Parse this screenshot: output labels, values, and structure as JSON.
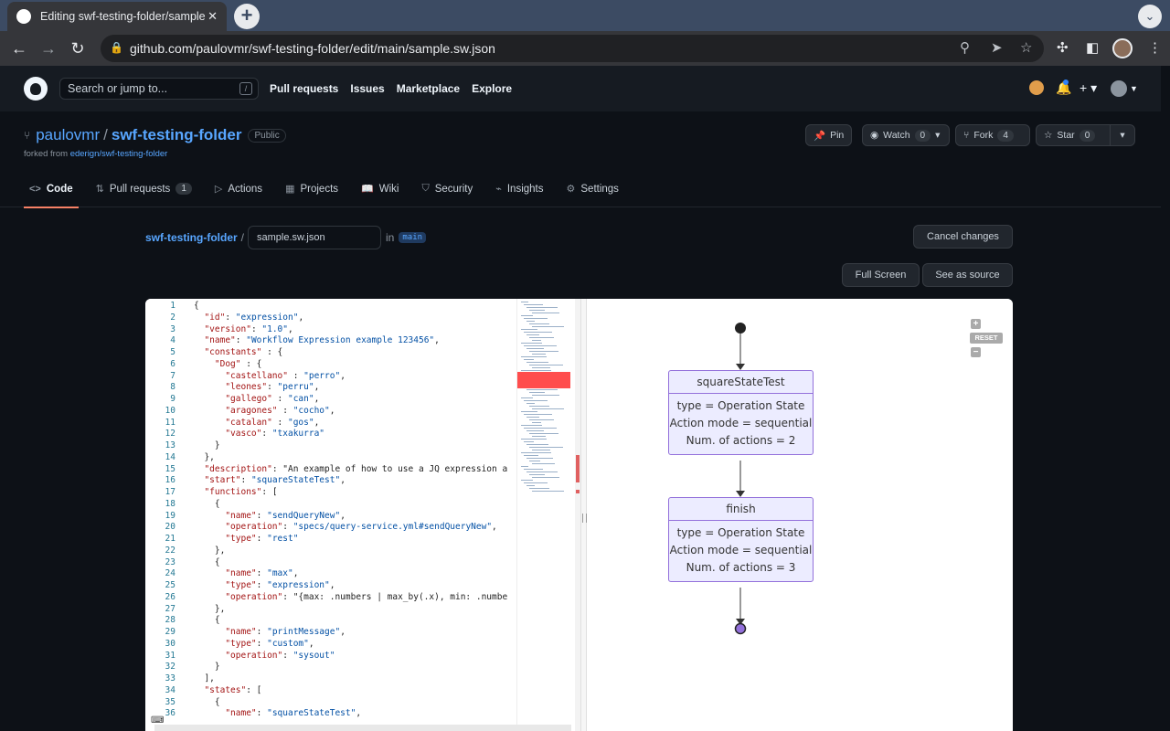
{
  "browser": {
    "tab_title": "Editing swf-testing-folder/sample.sw.json",
    "url": "github.com/paulovmr/swf-testing-folder/edit/main/sample.sw.json",
    "icons": [
      "back-arrow-icon",
      "forward-arrow-icon",
      "reload-icon",
      "lock-icon",
      "zoom-icon",
      "send-icon",
      "star-icon",
      "extensions-icon",
      "side-panel-icon",
      "kebab-menu-icon"
    ]
  },
  "gh_header": {
    "search_placeholder": "Search or jump to...",
    "slash": "/",
    "nav": [
      "Pull requests",
      "Issues",
      "Marketplace",
      "Explore"
    ]
  },
  "repo": {
    "owner": "paulovmr",
    "name": "swf-testing-folder",
    "visibility": "Public",
    "forked_prefix": "forked from ",
    "forked_from": "ederign/swf-testing-folder",
    "pin": "Pin",
    "watch": "Watch",
    "watch_count": "0",
    "fork": "Fork",
    "fork_count": "4",
    "star": "Star",
    "star_count": "0",
    "tabs": [
      {
        "label": "Code",
        "icon": "code-icon"
      },
      {
        "label": "Pull requests",
        "count": "1",
        "icon": "pull-request-icon"
      },
      {
        "label": "Actions",
        "icon": "play-icon"
      },
      {
        "label": "Projects",
        "icon": "table-icon"
      },
      {
        "label": "Wiki",
        "icon": "book-icon"
      },
      {
        "label": "Security",
        "icon": "shield-icon"
      },
      {
        "label": "Insights",
        "icon": "graph-icon"
      },
      {
        "label": "Settings",
        "icon": "gear-icon"
      }
    ]
  },
  "edit": {
    "breadcrumb_repo": "swf-testing-folder",
    "separator": "/",
    "filename": "sample.sw.json",
    "in": "in",
    "branch": "main",
    "cancel": "Cancel changes",
    "fullscreen": "Full Screen",
    "see_source": "See as source"
  },
  "code_lines": [
    "{",
    "  \"id\": \"expression\",",
    "  \"version\": \"1.0\",",
    "  \"name\": \"Workflow Expression example 123456\",",
    "  \"constants\" : {",
    "    \"Dog\" : {",
    "      \"castellano\" : \"perro\",",
    "      \"leones\": \"perru\",",
    "      \"gallego\" : \"can\",",
    "      \"aragones\" : \"cocho\",",
    "      \"catalan\" : \"gos\",",
    "      \"vasco\": \"txakurra\"",
    "    }",
    "  },",
    "  \"description\": \"An example of how to use a JQ expression a",
    "  \"start\": \"squareStateTest\",",
    "  \"functions\": [",
    "    {",
    "      \"name\": \"sendQueryNew\",",
    "      \"operation\": \"specs/query-service.yml#sendQueryNew\",",
    "      \"type\": \"rest\"",
    "    },",
    "    {",
    "      \"name\": \"max\",",
    "      \"type\": \"expression\",",
    "      \"operation\": \"{max: .numbers | max_by(.x), min: .numbe",
    "    },",
    "    {",
    "      \"name\": \"printMessage\",",
    "      \"type\": \"custom\",",
    "      \"operation\": \"sysout\"",
    "    }",
    "  ],",
    "  \"states\": [",
    "    {",
    "      \"name\": \"squareStateTest\","
  ],
  "diagram": {
    "reset": "RESET",
    "states": [
      {
        "name": "squareStateTest",
        "type": "type = Operation State",
        "mode": "Action mode = sequential",
        "actions": "Num. of actions = 2"
      },
      {
        "name": "finish",
        "type": "type = Operation State",
        "mode": "Action mode = sequential",
        "actions": "Num. of actions = 3"
      }
    ]
  },
  "colors": {
    "accent": "#58a6ff",
    "tab_underline": "#f78166",
    "state_fill": "#ececff",
    "state_border": "#9370db"
  }
}
